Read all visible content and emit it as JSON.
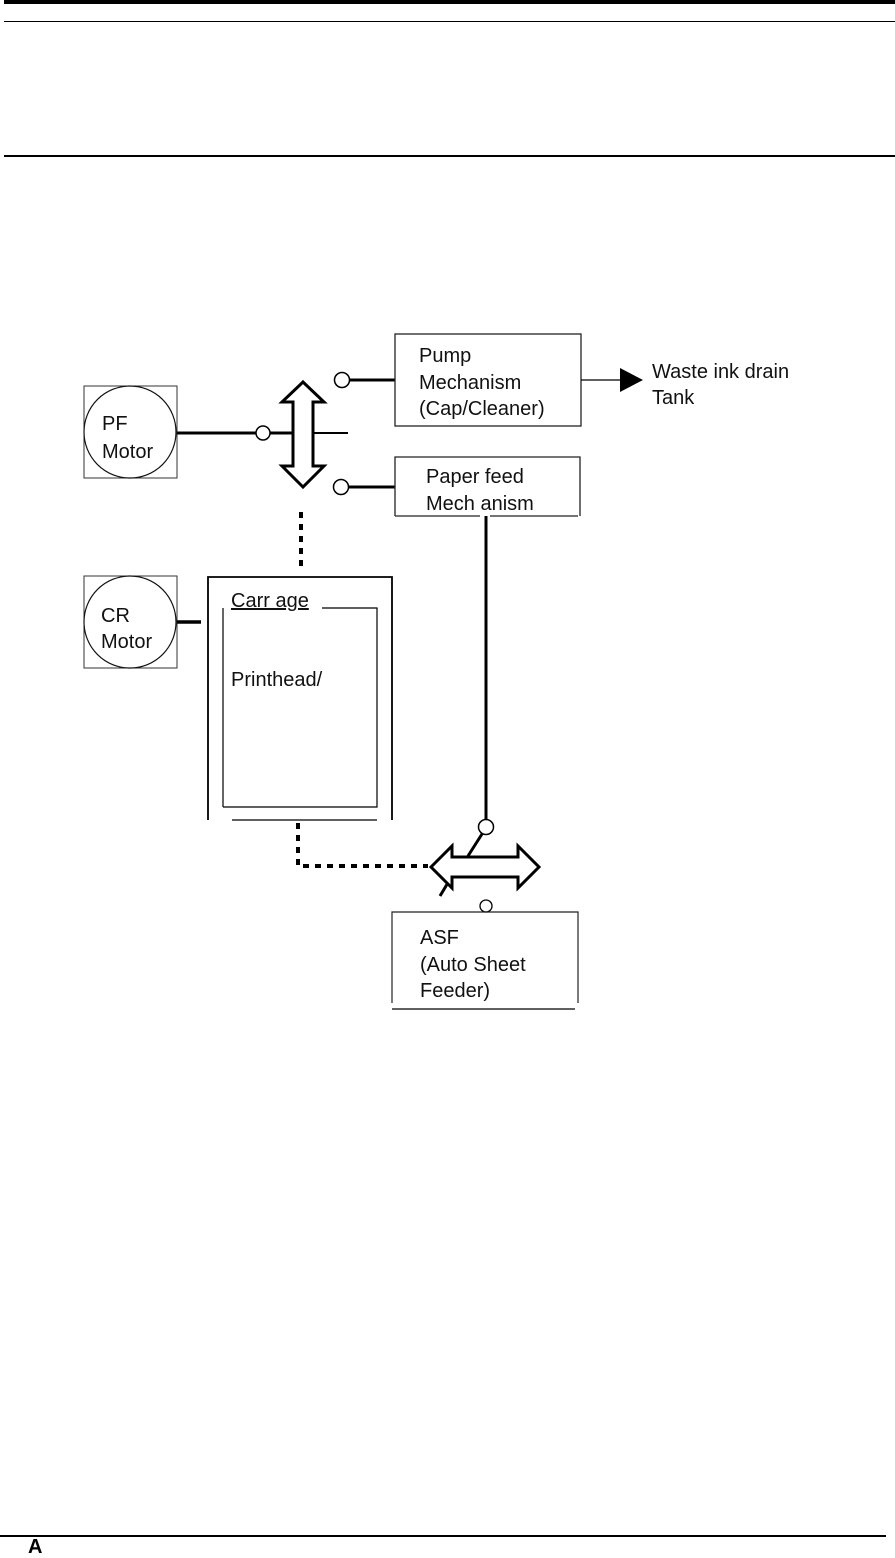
{
  "page": {
    "footer_letter": "A"
  },
  "diagram": {
    "nodes": {
      "pf_motor": {
        "line1": "PF",
        "line2": "Motor"
      },
      "cr_motor": {
        "line1": "CR",
        "line2": "Motor"
      },
      "pump_mechanism": {
        "line1": "Pump",
        "line2": "Mechanism",
        "line3": "(Cap/Cleaner)"
      },
      "waste_ink": {
        "line1": "Waste ink drain",
        "line2": "Tank"
      },
      "paper_feed": {
        "line1": "Paper feed",
        "line2": "Mech anism"
      },
      "carriage": {
        "title": "Carr age",
        "inner": "Printhead/"
      },
      "asf": {
        "line1": "ASF",
        "line2": "(Auto Sheet",
        "line3": "Feeder)"
      }
    }
  }
}
